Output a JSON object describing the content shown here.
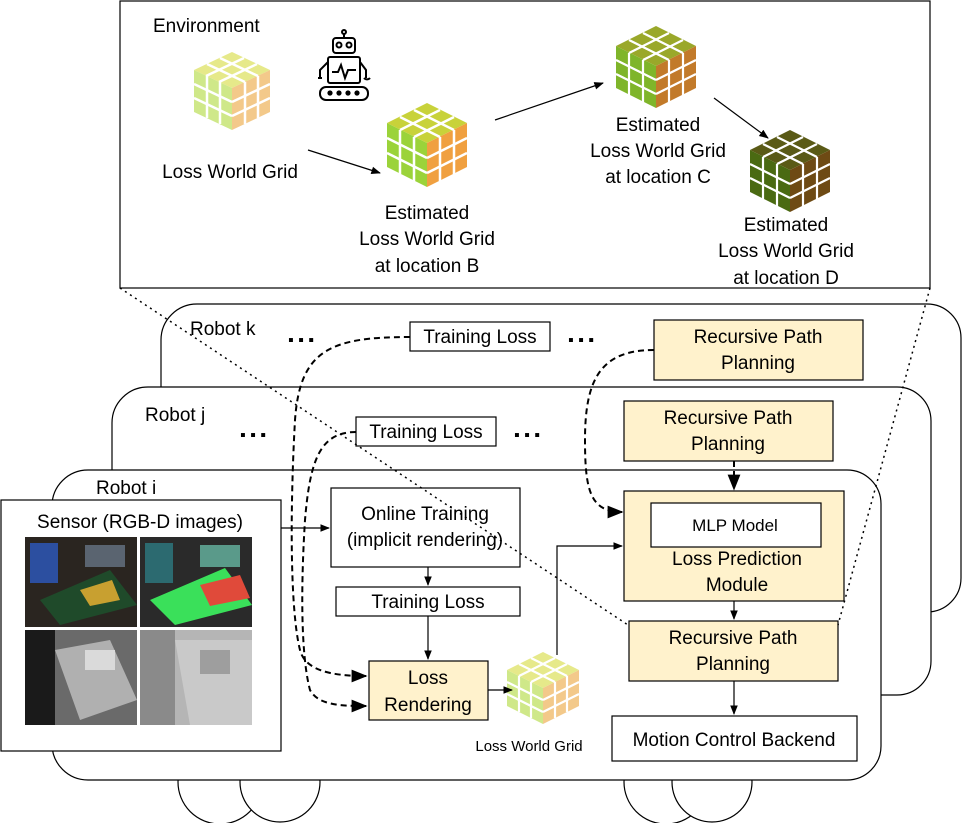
{
  "environment": {
    "title": "Environment",
    "grid_a_label": "Loss World Grid",
    "grid_b_lines": [
      "Estimated",
      "Loss World Grid",
      "at location B"
    ],
    "grid_c_lines": [
      "Estimated",
      "Loss World Grid",
      "at location C"
    ],
    "grid_d_lines": [
      "Estimated",
      "Loss World Grid",
      "at location D"
    ]
  },
  "robots": {
    "k": {
      "label": "Robot k",
      "training_loss": "Training Loss",
      "path_planning": [
        "Recursive Path",
        "Planning"
      ],
      "ellipsis_left": "▪ ▪ ▪",
      "ellipsis_right": "▪ ▪ ▪"
    },
    "j": {
      "label": "Robot j",
      "training_loss": "Training Loss",
      "path_planning": [
        "Recursive Path",
        "Planning"
      ],
      "ellipsis_left": "▪ ▪ ▪",
      "ellipsis_right": "▪ ▪ ▪"
    },
    "i": {
      "label": "Robot i",
      "sensor_title": "Sensor (RGB-D images)",
      "online_training": [
        "Online Training",
        "(implicit rendering)"
      ],
      "training_loss": "Training Loss",
      "loss_rendering": [
        "Loss",
        "Rendering"
      ],
      "loss_world_grid": "Loss World Grid",
      "mlp_model": "MLP Model",
      "loss_prediction": [
        "Loss Prediction",
        "Module"
      ],
      "path_planning": [
        "Recursive Path",
        "Planning"
      ],
      "motion_control": "Motion Control Backend"
    }
  },
  "colors": {
    "module_fill": "#fff2cc",
    "grid_light": [
      "#d6f08a",
      "#f7c98a",
      "#b5e06a"
    ],
    "grid_dark": [
      "#4a5c12",
      "#7a5a18"
    ]
  },
  "icons": {
    "robot": "robot-icon",
    "cube": "voxel-grid-icon"
  }
}
